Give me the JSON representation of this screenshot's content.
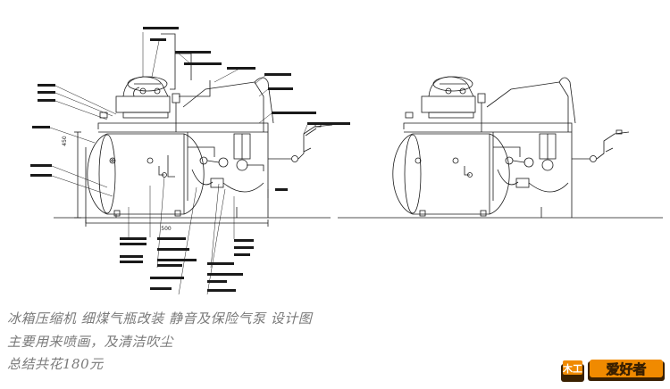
{
  "captions": {
    "line1": "冰箱压缩机 细煤气瓶改装 静音及保险气泵 设计图",
    "line2": "主要用来喷画，及清洁吹尘",
    "line3": "总结共花180元"
  },
  "dimensions": {
    "width": "500",
    "height": "450"
  },
  "logo": {
    "left_glyph": "木工",
    "right_text": "爱好者"
  },
  "colors": {
    "line": "#1a1a1a",
    "caption": "#7a7a7a",
    "logo_orange": "#f08a00",
    "logo_dark": "#3a2000"
  }
}
